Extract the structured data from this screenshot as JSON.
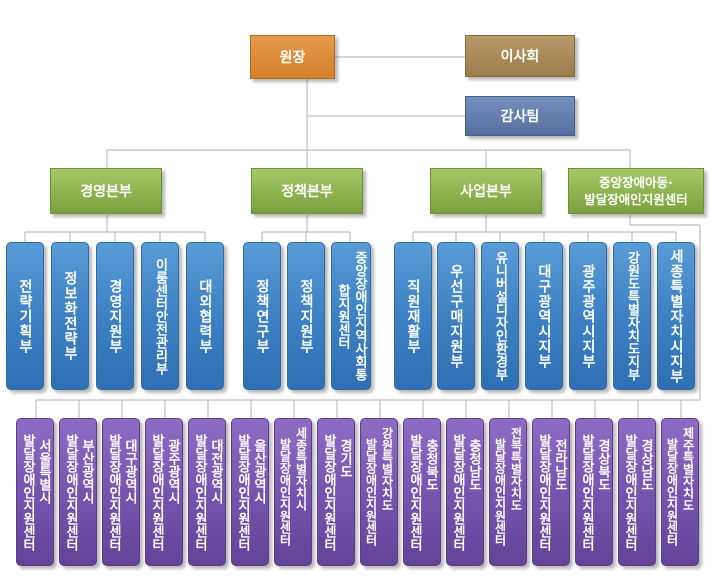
{
  "director": {
    "label": "원장",
    "color": "#d98a3a"
  },
  "board": {
    "label": "이사회",
    "color": "#a8895a"
  },
  "audit": {
    "label": "감사팀",
    "color": "#5b78aa"
  },
  "divisions": [
    {
      "label": "경영본부"
    },
    {
      "label": "정책본부"
    },
    {
      "label": "사업본부"
    },
    {
      "label": "중앙장애아동·\n발달장애인지원센터"
    }
  ],
  "departments": [
    "전략기획부",
    "정보화전략부",
    "경영지원부",
    "이룸센터안전관리부",
    "대외협력부",
    "정책연구부",
    "정책지원부",
    "중앙장애인지역사회통합지원센터",
    "직원재활부",
    "우선구매지원부",
    "유니버설디자인환경부",
    "대구광역시지부",
    "광주광역시지부",
    "강원도특별자치도지부",
    "세종특별자치시지부"
  ],
  "centers": [
    {
      "main": "발달장애인지원센터",
      "region": "서울특별시"
    },
    {
      "main": "발달장애인지원센터",
      "region": "부산광역시"
    },
    {
      "main": "발달장애인지원센터",
      "region": "대구광역시"
    },
    {
      "main": "발달장애인지원센터",
      "region": "광주광역시"
    },
    {
      "main": "발달장애인지원센터",
      "region": "대전광역시"
    },
    {
      "main": "발달장애인지원센터",
      "region": "울산광역시"
    },
    {
      "main": "발달장애인지원센터",
      "region": "세종특별자치시"
    },
    {
      "main": "발달장애인지원센터",
      "region": "경기도"
    },
    {
      "main": "발달장애인지원센터",
      "region": "강원특별자치도"
    },
    {
      "main": "발달장애인지원센터",
      "region": "충청북도"
    },
    {
      "main": "발달장애인지원센터",
      "region": "충청남도"
    },
    {
      "main": "발달장애인지원센터",
      "region": "전북특별자치도"
    },
    {
      "main": "발달장애인지원센터",
      "region": "전라남도"
    },
    {
      "main": "발달장애인지원센터",
      "region": "경상북도"
    },
    {
      "main": "발달장애인지원센터",
      "region": "경상남도"
    },
    {
      "main": "발달장애인지원센터",
      "region": "제주특별자치도"
    }
  ]
}
